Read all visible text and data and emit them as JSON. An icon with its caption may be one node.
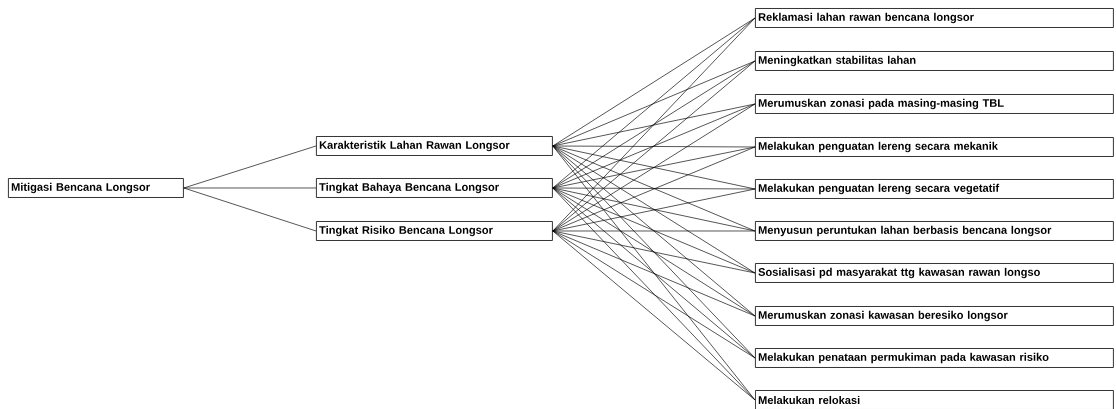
{
  "diagram": {
    "nodes": [
      {
        "text": [
          "Mitigasi Bencana Longsor"
        ]
      },
      {
        "text": [
          "Karakteristik Lahan Rawan Longsor"
        ]
      },
      {
        "text": [
          "Tingkat Bahaya Bencana Longsor"
        ]
      },
      {
        "text": [
          "Tingkat Risiko Bencana Longsor"
        ]
      },
      {
        "text": [
          "Reklamasi lahan rawan bencana longsor"
        ]
      },
      {
        "text": [
          "Meningkatkan stabilitas lahan"
        ]
      },
      {
        "text": [
          "Merumuskan zonasi pada masing-masing TBL"
        ]
      },
      {
        "text": [
          "Melakukan penguatan lereng secara mekanik"
        ]
      },
      {
        "text": [
          "Melakukan penguatan lereng secara vegetatif"
        ]
      },
      {
        "text": [
          "Menyusun peruntukan lahan berbasis bencana longsor"
        ]
      },
      {
        "text": [
          "Sosialisasi pd masyarakat ttg kawasan rawan longso"
        ]
      },
      {
        "text": [
          "Merumuskan zonasi kawasan beresiko longsor"
        ]
      },
      {
        "text": [
          "Melakukan penataan permukiman pada kawasan risiko"
        ]
      },
      {
        "text": [
          "Melakukan relokasi"
        ]
      }
    ],
    "edges": [
      {
        "from": 0,
        "to": 1,
        "arrow": "none"
      },
      {
        "from": 0,
        "to": 2,
        "arrow": "none"
      },
      {
        "from": 0,
        "to": 3,
        "arrow": "none"
      },
      {
        "from": 1,
        "to": 4,
        "arrow": "none"
      },
      {
        "from": 1,
        "to": 5,
        "arrow": "none"
      },
      {
        "from": 1,
        "to": 6,
        "arrow": "none"
      },
      {
        "from": 1,
        "to": 7,
        "arrow": "none"
      },
      {
        "from": 1,
        "to": 8,
        "arrow": "none"
      },
      {
        "from": 1,
        "to": 9,
        "arrow": "none"
      },
      {
        "from": 1,
        "to": 10,
        "arrow": "none"
      },
      {
        "from": 1,
        "to": 11,
        "arrow": "none"
      },
      {
        "from": 1,
        "to": 12,
        "arrow": "none"
      },
      {
        "from": 1,
        "to": 13,
        "arrow": "none"
      },
      {
        "from": 2,
        "to": 4,
        "arrow": "none"
      },
      {
        "from": 2,
        "to": 5,
        "arrow": "none"
      },
      {
        "from": 2,
        "to": 6,
        "arrow": "none"
      },
      {
        "from": 2,
        "to": 7,
        "arrow": "none"
      },
      {
        "from": 2,
        "to": 8,
        "arrow": "none"
      },
      {
        "from": 2,
        "to": 9,
        "arrow": "none"
      },
      {
        "from": 2,
        "to": 10,
        "arrow": "none"
      },
      {
        "from": 2,
        "to": 11,
        "arrow": "none"
      },
      {
        "from": 2,
        "to": 12,
        "arrow": "none"
      },
      {
        "from": 2,
        "to": 13,
        "arrow": "none"
      },
      {
        "from": 3,
        "to": 4,
        "arrow": "none"
      },
      {
        "from": 3,
        "to": 5,
        "arrow": "none"
      },
      {
        "from": 3,
        "to": 6,
        "arrow": "none"
      },
      {
        "from": 3,
        "to": 7,
        "arrow": "none"
      },
      {
        "from": 3,
        "to": 8,
        "arrow": "none"
      },
      {
        "from": 3,
        "to": 9,
        "arrow": "none"
      },
      {
        "from": 3,
        "to": 10,
        "arrow": "none"
      },
      {
        "from": 3,
        "to": 11,
        "arrow": "none"
      },
      {
        "from": 3,
        "to": 12,
        "arrow": "none"
      },
      {
        "from": 3,
        "to": 13,
        "arrow": "none"
      }
    ]
  }
}
